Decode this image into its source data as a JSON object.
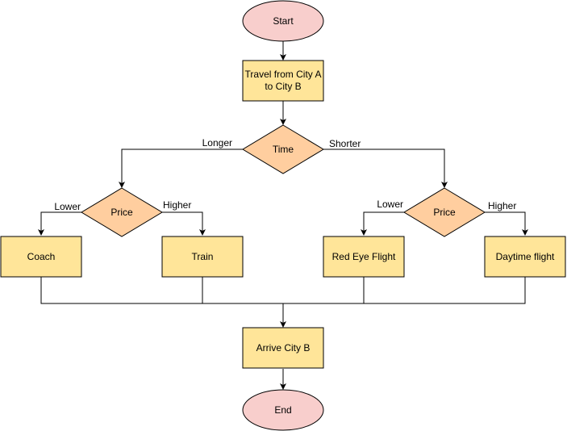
{
  "colors": {
    "terminal_fill": "#f8cecc",
    "terminal_stroke": "#000000",
    "process_fill": "#ffe599",
    "process_stroke": "#000000",
    "decision_fill": "#ffce9f",
    "decision_stroke": "#000000",
    "line": "#000000"
  },
  "nodes": {
    "start": {
      "label": "Start"
    },
    "travel": {
      "line1": "Travel from City A",
      "line2": "to City B"
    },
    "time": {
      "label": "Time"
    },
    "price_left": {
      "label": "Price"
    },
    "price_right": {
      "label": "Price"
    },
    "coach": {
      "label": "Coach"
    },
    "train": {
      "label": "Train"
    },
    "red_eye": {
      "label": "Red Eye Flight"
    },
    "daytime": {
      "label": "Daytime flight"
    },
    "arrive": {
      "label": "Arrive City B"
    },
    "end": {
      "label": "End"
    }
  },
  "edges": {
    "longer": "Longer",
    "shorter": "Shorter",
    "lower_left": "Lower",
    "higher_left": "Higher",
    "lower_right": "Lower",
    "higher_right": "Higher"
  }
}
